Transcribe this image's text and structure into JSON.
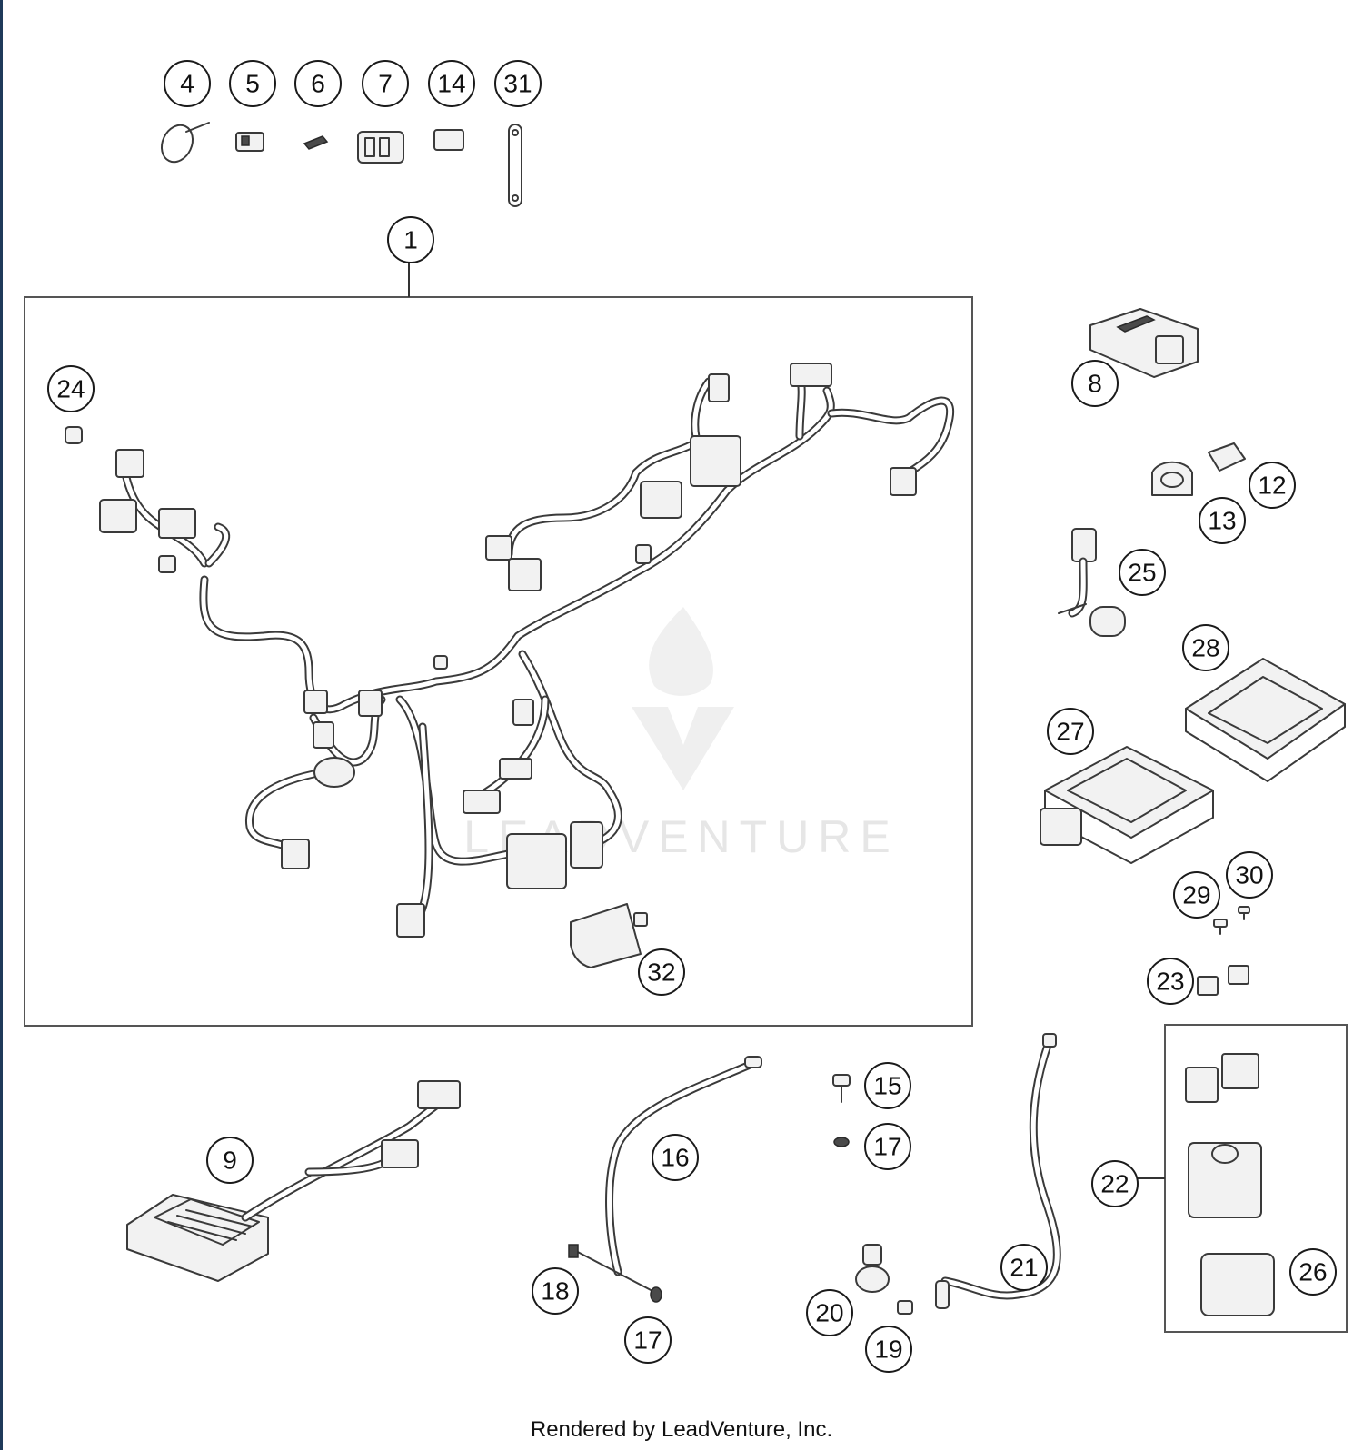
{
  "footer": "Rendered by LeadVenture, Inc.",
  "watermark": "LEADVENTURE",
  "callouts": [
    {
      "id": "c4",
      "label": "4"
    },
    {
      "id": "c5",
      "label": "5"
    },
    {
      "id": "c6",
      "label": "6"
    },
    {
      "id": "c7",
      "label": "7"
    },
    {
      "id": "c14",
      "label": "14"
    },
    {
      "id": "c31",
      "label": "31"
    },
    {
      "id": "c1",
      "label": "1"
    },
    {
      "id": "c24",
      "label": "24"
    },
    {
      "id": "c8",
      "label": "8"
    },
    {
      "id": "c12",
      "label": "12"
    },
    {
      "id": "c13",
      "label": "13"
    },
    {
      "id": "c25",
      "label": "25"
    },
    {
      "id": "c28",
      "label": "28"
    },
    {
      "id": "c27",
      "label": "27"
    },
    {
      "id": "c29",
      "label": "29"
    },
    {
      "id": "c30",
      "label": "30"
    },
    {
      "id": "c23",
      "label": "23"
    },
    {
      "id": "c32",
      "label": "32"
    },
    {
      "id": "c9",
      "label": "9"
    },
    {
      "id": "c16",
      "label": "16"
    },
    {
      "id": "c15",
      "label": "15"
    },
    {
      "id": "c17a",
      "label": "17"
    },
    {
      "id": "c17b",
      "label": "17"
    },
    {
      "id": "c18",
      "label": "18"
    },
    {
      "id": "c20",
      "label": "20"
    },
    {
      "id": "c19",
      "label": "19"
    },
    {
      "id": "c21",
      "label": "21"
    },
    {
      "id": "c22",
      "label": "22"
    },
    {
      "id": "c26",
      "label": "26"
    }
  ]
}
